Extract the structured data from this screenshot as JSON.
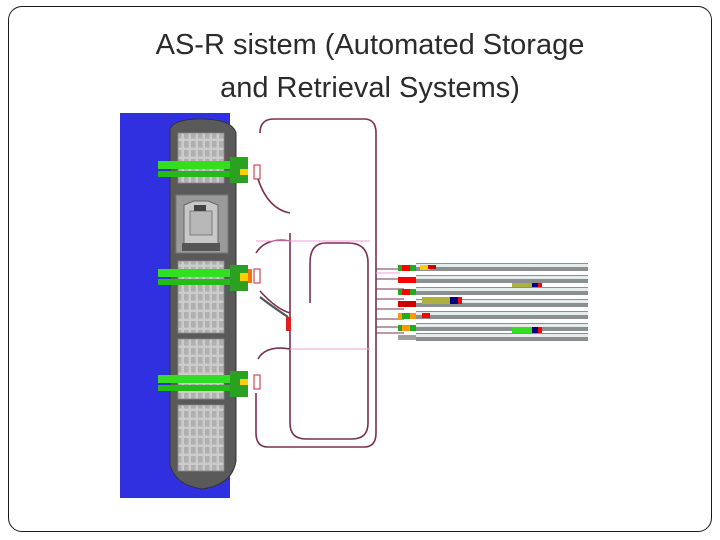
{
  "slide": {
    "title_line1": "AS-R sistem (Automated Storage",
    "title_line2": "and Retrieval Systems)"
  },
  "diagram": {
    "colors": {
      "water": "#3030e0",
      "ship_hull": "#5a5a5a",
      "cargo": "#b4b4b4",
      "crane": "#33dd22",
      "track": "#7a3050",
      "guide": "#e8a0d8",
      "rail": "#8a9090",
      "rail_highlight": "#e6ecec"
    },
    "crane_count": 3,
    "storage_lane_count": 8
  }
}
